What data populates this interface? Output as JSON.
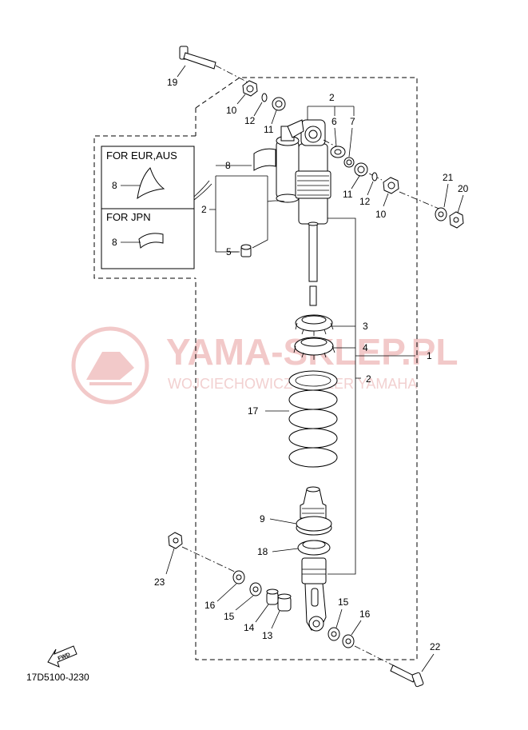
{
  "watermark": {
    "title": "YAMA-SKLEP.PL",
    "subtitle": "WOJCIECHOWICZ DEALER YAMAHA"
  },
  "inset": {
    "eur_aus_label": "FOR EUR,AUS",
    "jpn_label": "FOR JPN"
  },
  "diagram_code": "17D5100-J230",
  "fwd_label": "FWD",
  "callouts": {
    "c1": "1",
    "c2a": "2",
    "c2b": "2",
    "c2c": "2",
    "c3": "3",
    "c4": "4",
    "c5": "5",
    "c6": "6",
    "c7": "7",
    "c8a": "8",
    "c8b": "8",
    "c8c": "8",
    "c9": "9",
    "c10a": "10",
    "c10b": "10",
    "c11a": "11",
    "c11b": "11",
    "c12a": "12",
    "c12b": "12",
    "c13": "13",
    "c14": "14",
    "c15a": "15",
    "c15b": "15",
    "c16a": "16",
    "c16b": "16",
    "c17": "17",
    "c18": "18",
    "c19": "19",
    "c20": "20",
    "c21": "21",
    "c22": "22",
    "c23": "23"
  },
  "colors": {
    "line": "#000000",
    "watermark": "#f2c9c9"
  }
}
